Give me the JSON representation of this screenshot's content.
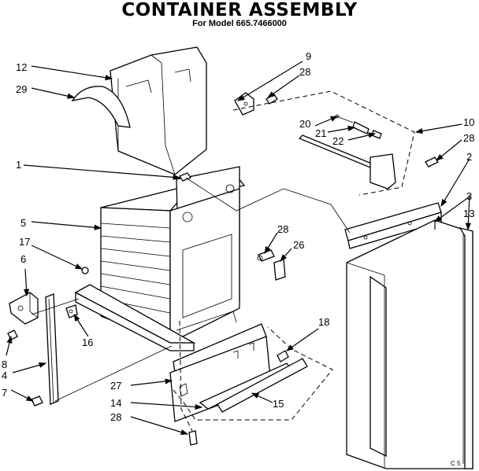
{
  "header": {
    "title": "CONTAINER ASSEMBLY",
    "subtitle": "For Model 665.7466000"
  },
  "callouts": [
    "12",
    "29",
    "9",
    "28",
    "20",
    "21",
    "22",
    "10",
    "28",
    "1",
    "2",
    "3",
    "13",
    "5",
    "17",
    "6",
    "28",
    "26",
    "16",
    "8",
    "4",
    "7",
    "18",
    "27",
    "14",
    "15",
    "28"
  ],
  "footer_code": "C 5"
}
